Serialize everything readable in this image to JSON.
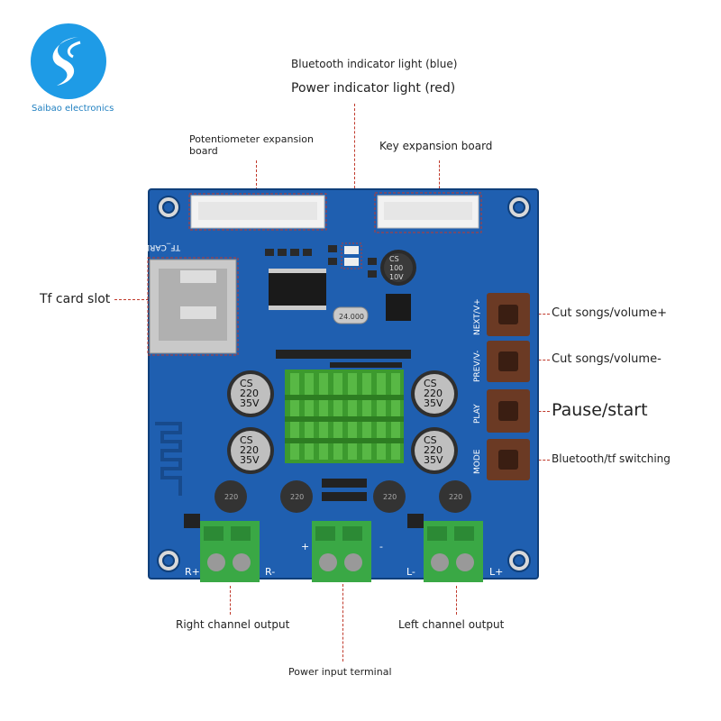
{
  "logo": {
    "brand": "Saibao electronics"
  },
  "labels": {
    "bluetooth_light": "Bluetooth indicator light (blue)",
    "power_light": "Power indicator light (red)",
    "pot_expansion": "Potentiometer expansion board",
    "key_expansion": "Key expansion board",
    "tf_card_slot": "Tf card slot",
    "cut_volume_up": "Cut songs/volume+",
    "cut_volume_down": "Cut songs/volume-",
    "pause_start": "Pause/start",
    "bt_tf_switch": "Bluetooth/tf switching",
    "right_output": "Right channel output",
    "left_output": "Left channel output",
    "power_input": "Power input terminal"
  },
  "board": {
    "silk_tf": "TF_CARD",
    "silk_next": "NEXT/V+",
    "silk_prev": "PREV/V-",
    "silk_play": "PLAY",
    "silk_mode": "MODE",
    "silk_r_plus": "R+",
    "silk_r_minus": "R-",
    "silk_l_minus": "L-",
    "silk_l_plus": "L+",
    "silk_plus": "+",
    "silk_minus": "-",
    "cap_small_1": "CS",
    "cap_small_2": "100",
    "cap_small_3": "10V",
    "crystal": "24.000",
    "cap_big_1": "CS",
    "cap_big_2": "220",
    "cap_big_3": "35V",
    "inductor": "220"
  },
  "colors": {
    "pcb": "#1f5fb0",
    "pcb_dark": "#174a8c",
    "heatsink": "#3c9a2e",
    "terminal": "#3aa845",
    "button": "#7a3b22",
    "leader": "#c0392b",
    "logo": "#1e9be6"
  }
}
